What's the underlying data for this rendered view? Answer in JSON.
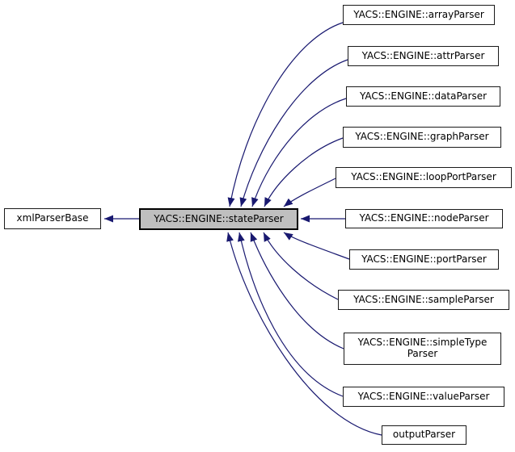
{
  "diagram": {
    "type": "inheritance-graph",
    "edge_color": "#191970",
    "focus_fill": "#bfbfbf",
    "node_fill": "#ffffff",
    "border_color": "#1a1a1a",
    "base_node": {
      "label": "xmlParserBase"
    },
    "focus_node": {
      "label": "YACS::ENGINE::stateParser"
    },
    "derived_nodes": [
      {
        "label": "YACS::ENGINE::arrayParser"
      },
      {
        "label": "YACS::ENGINE::attrParser"
      },
      {
        "label": "YACS::ENGINE::dataParser"
      },
      {
        "label": "YACS::ENGINE::graphParser"
      },
      {
        "label": "YACS::ENGINE::loopPortParser"
      },
      {
        "label": "YACS::ENGINE::nodeParser"
      },
      {
        "label": "YACS::ENGINE::portParser"
      },
      {
        "label": "YACS::ENGINE::sampleParser"
      },
      {
        "label": "YACS::ENGINE::simpleType\nParser"
      },
      {
        "label": "YACS::ENGINE::valueParser"
      },
      {
        "label": "outputParser"
      }
    ]
  }
}
